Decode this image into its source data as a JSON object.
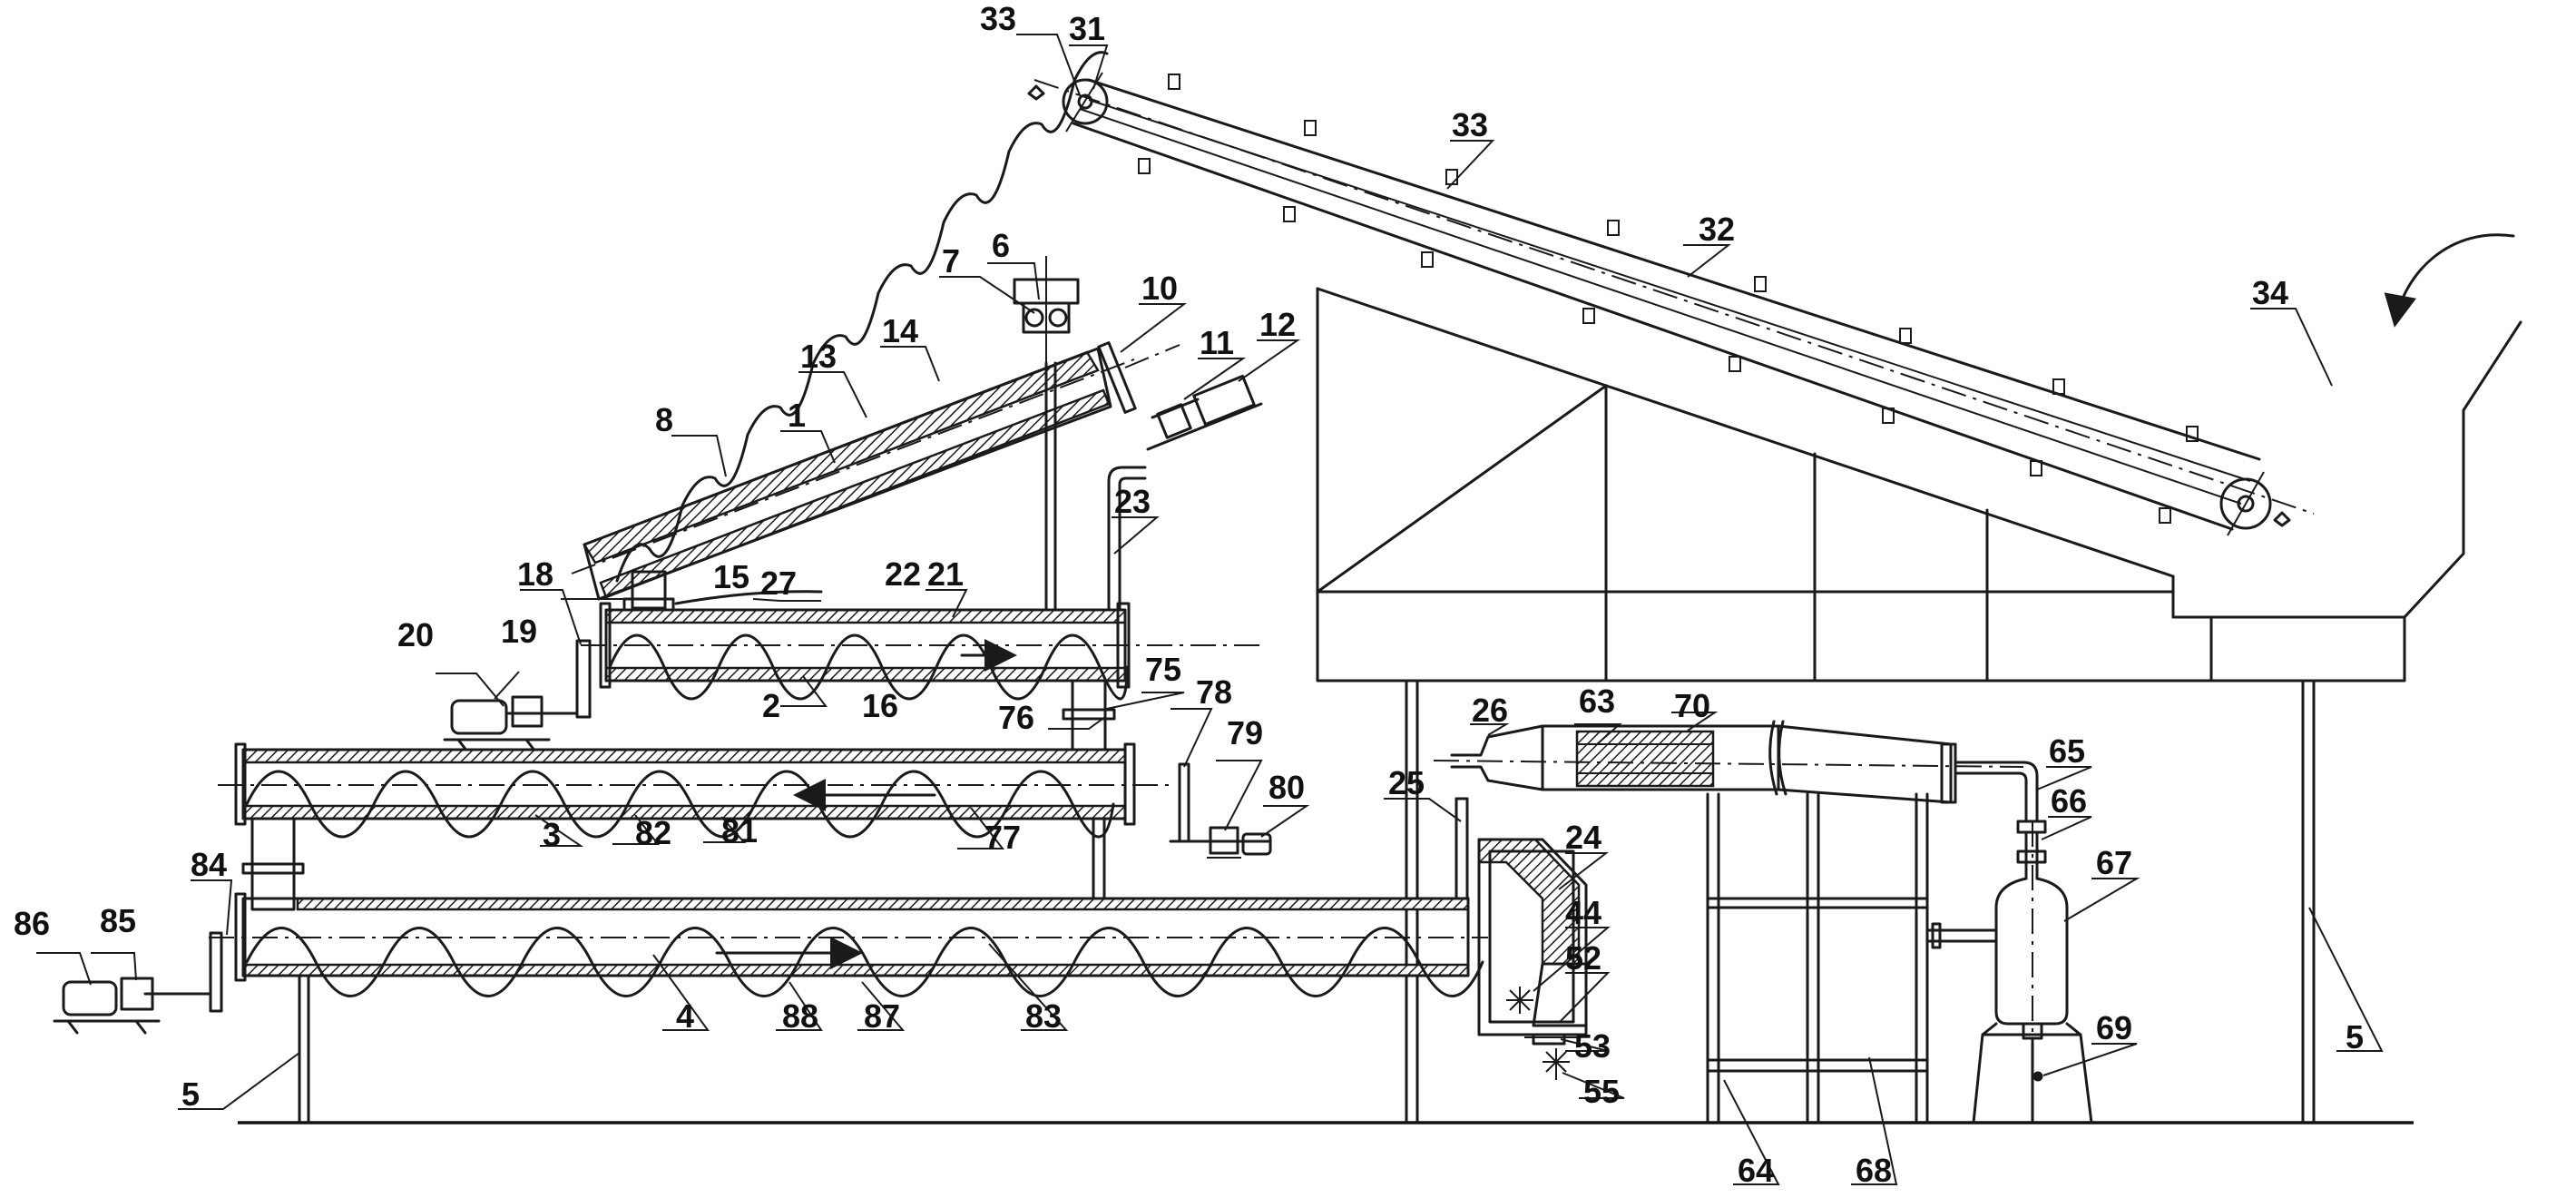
{
  "diagram": {
    "labels": {
      "l1": "1",
      "l2": "2",
      "l3": "3",
      "l4": "4",
      "l5a": "5",
      "l5b": "5",
      "l6": "6",
      "l7": "7",
      "l8": "8",
      "l10": "10",
      "l11": "11",
      "l12": "12",
      "l13": "13",
      "l14": "14",
      "l15": "15",
      "l16": "16",
      "l18": "18",
      "l19": "19",
      "l20": "20",
      "l21": "21",
      "l22": "22",
      "l23": "23",
      "l24": "24",
      "l25": "25",
      "l26": "26",
      "l27": "27",
      "l31": "31",
      "l32": "32",
      "l33a": "33",
      "l33b": "33",
      "l34": "34",
      "l44": "44",
      "l52": "52",
      "l53": "53",
      "l55": "55",
      "l63": "63",
      "l64": "64",
      "l65": "65",
      "l66": "66",
      "l67": "67",
      "l68": "68",
      "l69": "69",
      "l70": "70",
      "l75": "75",
      "l76": "76",
      "l77": "77",
      "l78": "78",
      "l79": "79",
      "l80": "80",
      "l81": "81",
      "l82": "82",
      "l83": "83",
      "l84": "84",
      "l85": "85",
      "l86": "86",
      "l87": "87",
      "l88": "88"
    }
  }
}
